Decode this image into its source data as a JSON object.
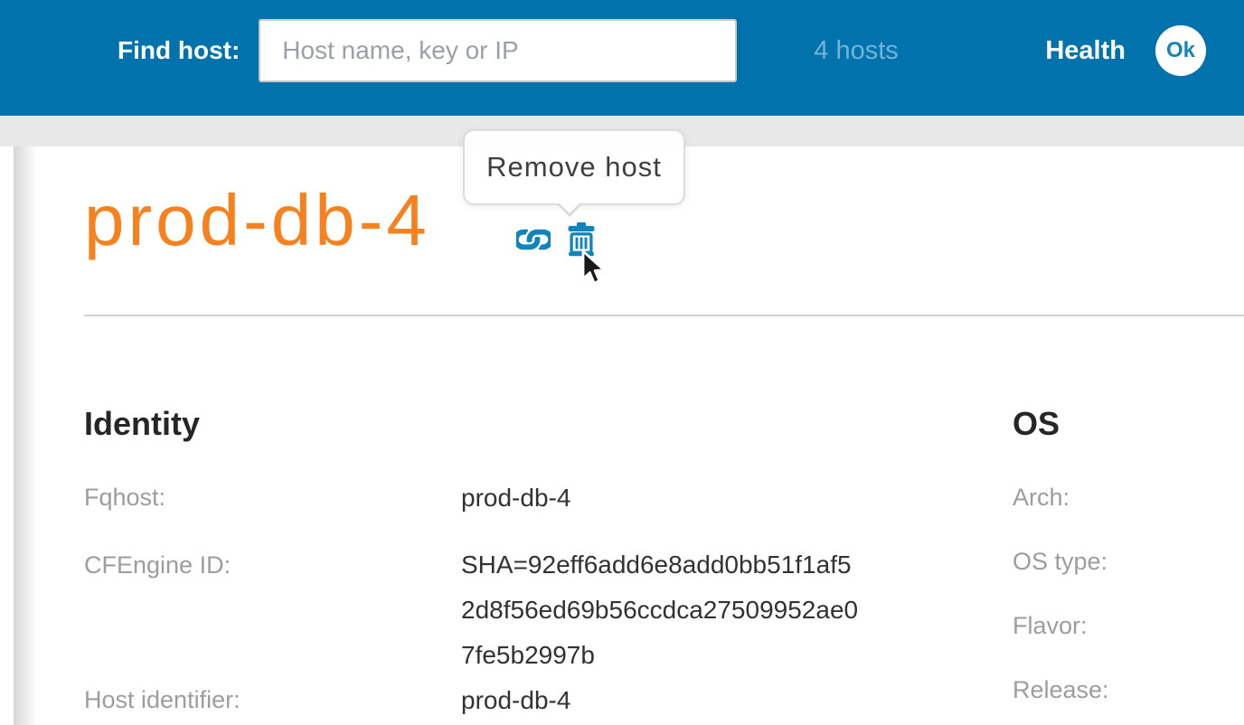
{
  "topbar": {
    "find_host_label": "Find host:",
    "search_placeholder": "Host name, key or IP",
    "search_value": "",
    "hosts_count_label": "4 hosts",
    "health_label": "Health",
    "health_status": "Ok"
  },
  "tooltip": {
    "text": "Remove host"
  },
  "host": {
    "title": "prod-db-4"
  },
  "identity": {
    "heading": "Identity",
    "rows": [
      {
        "label": "Fqhost:",
        "value": "prod-db-4"
      },
      {
        "label": "CFEngine ID:",
        "value": "SHA=92eff6add6e8add0bb51f1af52d8f56ed69b56ccdca27509952ae07fe5b2997b"
      },
      {
        "label": "Host identifier:",
        "value": "prod-db-4"
      }
    ]
  },
  "os": {
    "heading": "OS",
    "rows": [
      {
        "label": "Arch:",
        "value": ""
      },
      {
        "label": "OS type:",
        "value": ""
      },
      {
        "label": "Flavor:",
        "value": ""
      },
      {
        "label": "Release:",
        "value": ""
      }
    ]
  },
  "icons": {
    "link": "link-icon",
    "trash": "trash-icon",
    "cursor": "mouse-cursor"
  },
  "colors": {
    "header_blue": "#0073ad",
    "title_orange": "#f5821f",
    "icon_blue": "#0f85bb",
    "hosts_count_blue": "#74b3d6",
    "ok_text_blue": "#1586b5",
    "gray_strip": "#e8e8e8"
  }
}
